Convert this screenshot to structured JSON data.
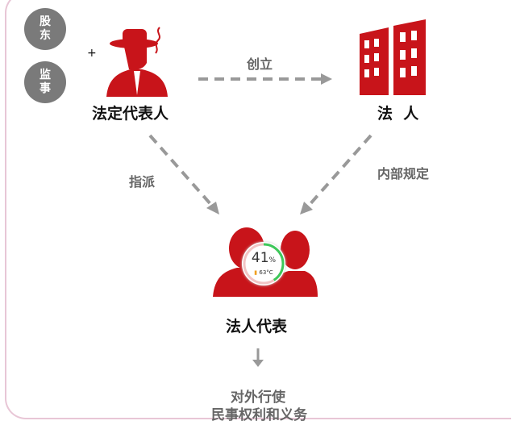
{
  "side_circles": [
    [
      "股",
      "东"
    ],
    [
      "监",
      "事"
    ]
  ],
  "plus": "+",
  "nodes": {
    "legal_rep": "法定代表人",
    "legal_person": "法  人",
    "rep_of_legal_person": "法人代表"
  },
  "edges": {
    "establish": "创立",
    "appoint": "指派",
    "internal_rules": "内部规定"
  },
  "result": [
    "对外行使",
    "民事权利和义务"
  ],
  "gauge": {
    "percent": 41,
    "percent_label": "41",
    "unit": "%",
    "temp": "63°C"
  },
  "colors": {
    "red": "#c8141a",
    "gray": "#7a7a7a",
    "arrow": "#999999",
    "green": "#3cc85a"
  }
}
